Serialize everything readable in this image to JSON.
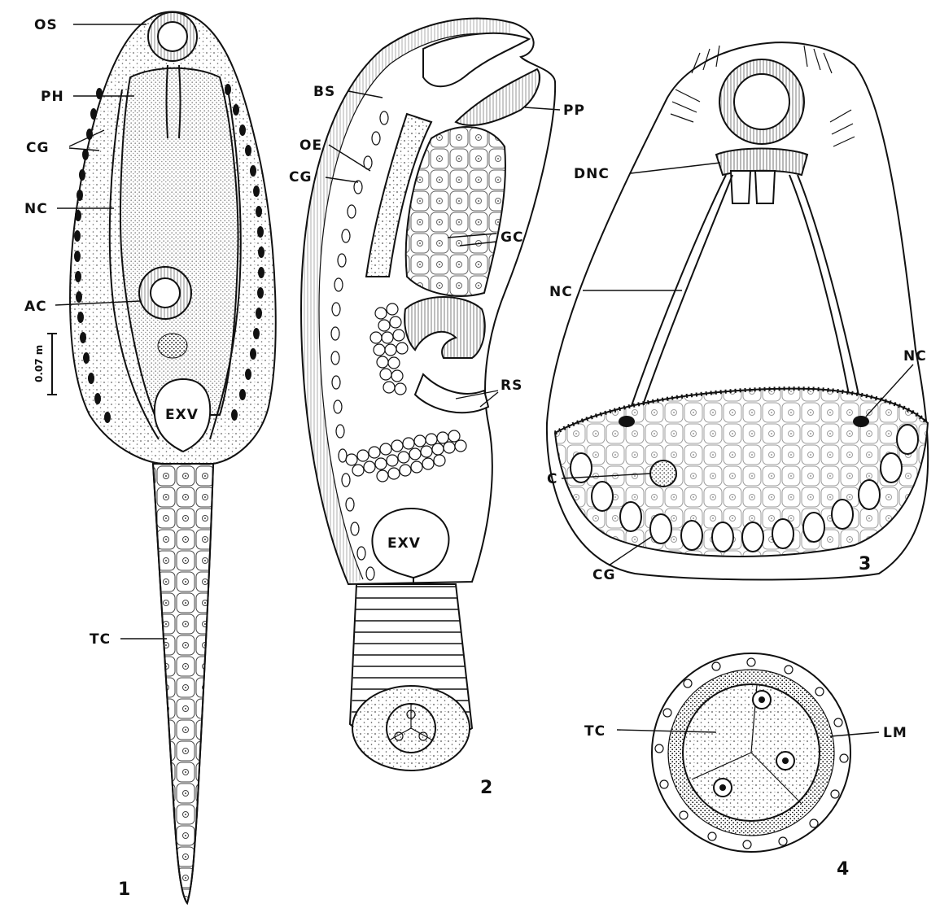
{
  "figures": [
    {
      "number": "1",
      "labels": [
        "OS",
        "PH",
        "CG",
        "NC",
        "AC",
        "EXV",
        "TC"
      ],
      "scale_bar": "0.07 m"
    },
    {
      "number": "2",
      "labels": [
        "BS",
        "OE",
        "CG",
        "PP",
        "GC",
        "RS",
        "EXV"
      ]
    },
    {
      "number": "3",
      "labels": [
        "DNC",
        "NC",
        "NC",
        "C",
        "CG"
      ]
    },
    {
      "number": "4",
      "labels": [
        "TC",
        "LM"
      ]
    }
  ]
}
